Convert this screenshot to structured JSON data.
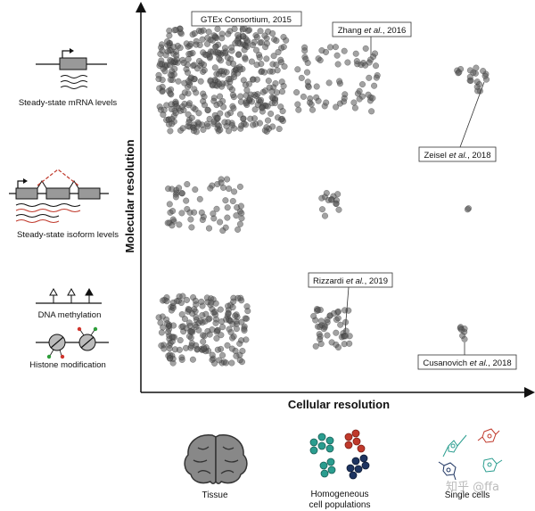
{
  "axes": {
    "x_label": "Cellular resolution",
    "y_label": "Molecular resolution"
  },
  "row_labels": {
    "mrna": "Steady-state mRNA levels",
    "isoform": "Steady-state isoform levels",
    "dna_methylation": "DNA methylation",
    "histone": "Histone modification"
  },
  "column_labels": {
    "tissue": "Tissue",
    "homogeneous_line1": "Homogeneous",
    "homogeneous_line2": "cell populations",
    "single_cells": "Single cells"
  },
  "callouts": {
    "gtex": "GTEx Consortium, 2015",
    "zhang": {
      "name": "Zhang ",
      "etal": "et al.",
      "year": ", 2016"
    },
    "zeisel": {
      "name": "Zeisel ",
      "etal": "et al.",
      "year": ", 2018"
    },
    "rizzardi": {
      "name": "Rizzardi ",
      "etal": "et al.",
      "year": ", 2019"
    },
    "cusanovich": {
      "name": "Cusanovich ",
      "etal": "et al.",
      "year": ", 2018"
    }
  },
  "watermark": "知乎 @ffa",
  "colors": {
    "dot": "#555555",
    "isoform_red": "#c0392b",
    "histone_green": "#2e9e3a",
    "histone_red": "#d0342c",
    "cell_teal": "#2a9d8f",
    "cell_red": "#c0392b",
    "cell_navy": "#1d3461"
  }
}
